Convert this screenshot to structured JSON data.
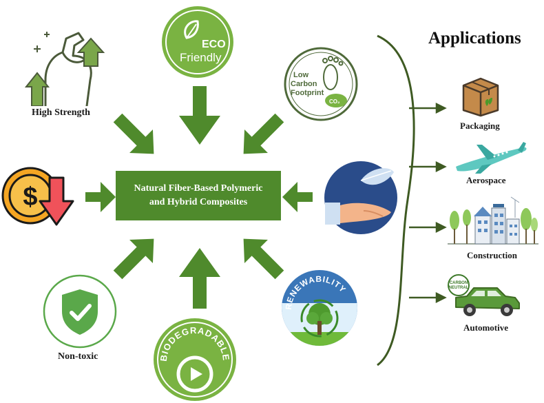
{
  "center": {
    "line1": "Natural Fiber-Based Polymeric",
    "line2": "and Hybrid Composites"
  },
  "properties": {
    "high_strength": "High Strength",
    "non_toxic": "Non-toxic",
    "eco_line1": "ECO",
    "eco_line2": "Friendly",
    "low_carbon_line1": "Low",
    "low_carbon_line2": "Carbon",
    "low_carbon_line3": "Footprint",
    "co2": "CO₂",
    "renewability": "RENEWABILITY",
    "biodegradable": "BIODEGRADABLE",
    "cost_symbol": "$"
  },
  "applications": {
    "title": "Applications",
    "packaging": "Packaging",
    "aerospace": "Aerospace",
    "construction": "Construction",
    "automotive": "Automotive",
    "carbon_neutral_line1": "CARBON",
    "carbon_neutral_line2": "NEUTRAL"
  },
  "colors": {
    "arrow_green": "#4f8a2c",
    "dark_line": "#3e5a22"
  }
}
